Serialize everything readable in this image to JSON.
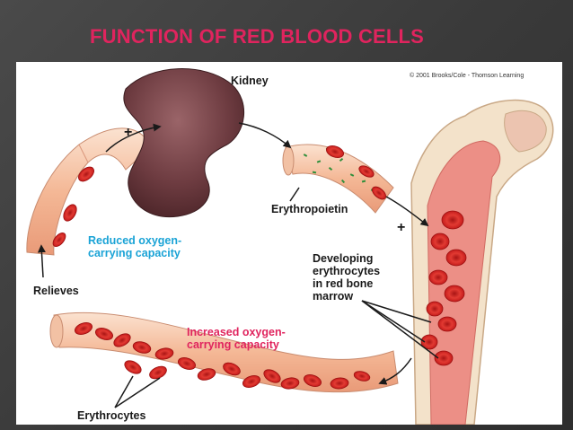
{
  "title": "FUNCTION OF RED BLOOD CELLS",
  "copyright": "© 2001 Brooks/Cole - Thomson Learning",
  "labels": {
    "kidney": "Kidney",
    "erythropoietin": "Erythropoietin",
    "reduced": "Reduced oxygen-\ncarrying capacity",
    "relieves": "Relieves",
    "developing": "Developing\nerythrocytes\nin red bone\nmarrow",
    "increased": "Increased oxygen-\ncarrying capacity",
    "erythrocytes": "Erythrocytes",
    "plus_kidney": "+",
    "plus_bone": "+"
  },
  "colors": {
    "title": "#e0245e",
    "reduced": "#1aa3d6",
    "increased": "#e0245e",
    "label": "#1a1a1a",
    "kidney": "#6b3a3e",
    "vessel": "#f6c6a8",
    "cell": "#d42424",
    "bone": "#f0dcc4",
    "marrow": "#e9837e"
  }
}
